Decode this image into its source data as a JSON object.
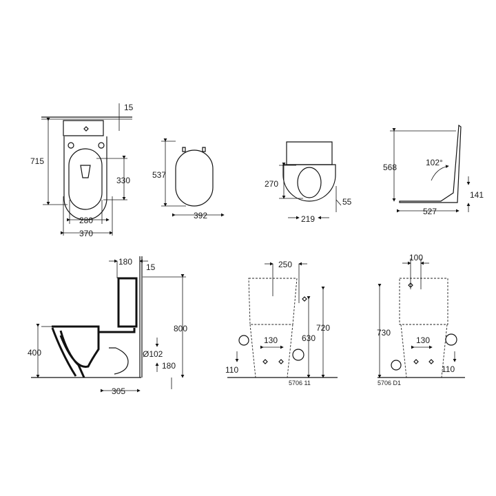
{
  "top_row": {
    "front_view": {
      "depth_total": "715",
      "wall_gap": "15",
      "seat_length": "330",
      "inner_width": "280",
      "outer_width": "370"
    },
    "seat_top_view": {
      "length": "537",
      "width": "392"
    },
    "rear_view": {
      "height": "270",
      "bottom_offset": "55",
      "width": "219"
    },
    "seat_side_view": {
      "height": "568",
      "opening_angle": "102°",
      "hinge_height": "141",
      "length": "527"
    }
  },
  "bottom_row": {
    "side_view": {
      "tank_depth": "180",
      "wall_gap": "15",
      "seat_height": "400",
      "total_height": "800",
      "outlet_diameter": "Ø102",
      "outlet_height": "180",
      "outlet_distance": "305"
    },
    "installation_11": {
      "tank_offset": "250",
      "water_height_1": "720",
      "water_height_2": "630",
      "connection_spacing": "130",
      "floor_height": "110",
      "code": "5706 11"
    },
    "installation_d1": {
      "tank_offset": "100",
      "water_height": "730",
      "connection_spacing": "130",
      "floor_height": "110",
      "code": "5706 D1"
    }
  }
}
